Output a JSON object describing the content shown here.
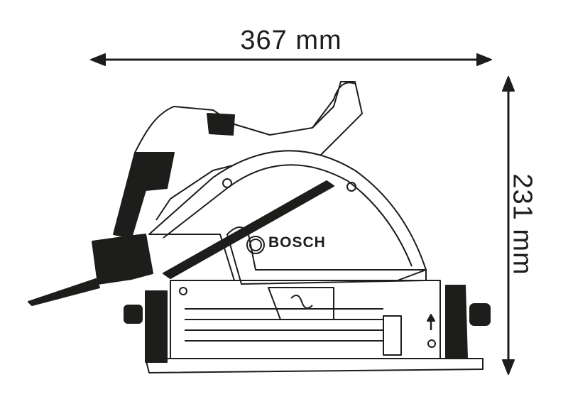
{
  "diagram": {
    "subject": "Bosch plunge circular saw, side view",
    "brand_label": "BOSCH",
    "dimensions": {
      "width": {
        "value": 367,
        "unit": "mm",
        "label": "367 mm"
      },
      "height": {
        "value": 231,
        "unit": "mm",
        "label": "231 mm"
      }
    },
    "colors": {
      "line": "#1d1d1b",
      "fill": "#ffffff"
    }
  }
}
